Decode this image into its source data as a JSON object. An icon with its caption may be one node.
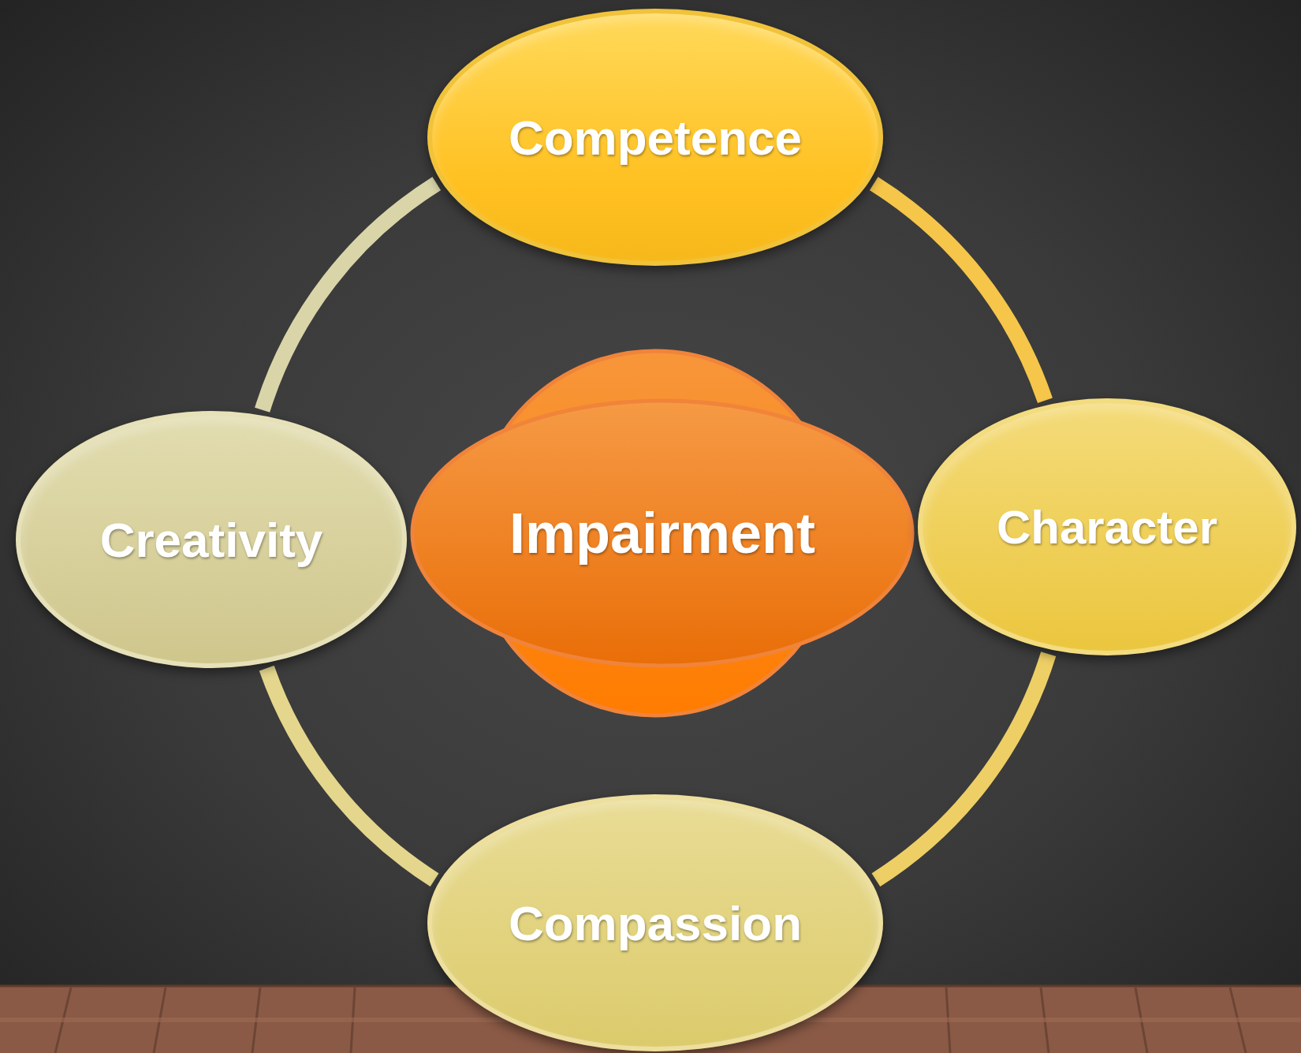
{
  "diagram": {
    "nodes": [
      {
        "text": [
          "Competence"
        ]
      },
      {
        "text": [
          "Creativity"
        ]
      },
      {
        "text": [
          "Impairment"
        ]
      },
      {
        "text": [
          "Character"
        ]
      },
      {
        "text": [
          "Compassion"
        ]
      }
    ],
    "edges": [
      {
        "from": 0,
        "to": 3,
        "arrow": "none",
        "color": "#f5c64a"
      },
      {
        "from": 3,
        "to": 4,
        "arrow": "none",
        "color": "#eecf66"
      },
      {
        "from": 4,
        "to": 1,
        "arrow": "none",
        "color": "#e4d68c"
      },
      {
        "from": 1,
        "to": 0,
        "arrow": "none",
        "color": "#d9d5a9"
      }
    ]
  }
}
